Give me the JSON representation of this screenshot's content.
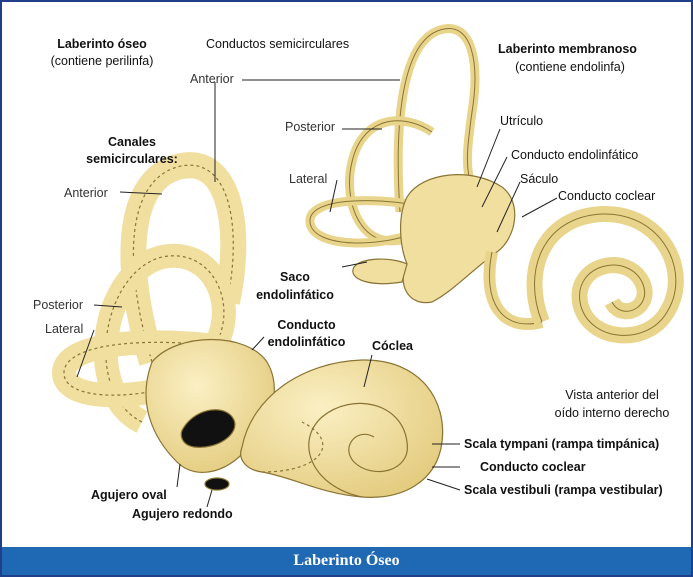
{
  "labels": {
    "bony_title": "Laberinto óseo",
    "bony_subtitle": "(contiene perilinfa)",
    "semicircular_ducts": "Conductos semicirculares",
    "membranous_title": "Laberinto membranoso",
    "membranous_subtitle": "(contiene endolinfa)",
    "anterior_top": "Anterior",
    "posterior_top": "Posterior",
    "lateral_top": "Lateral",
    "utricle": "Utrículo",
    "endolymph_duct_top": "Conducto endolinfático",
    "saccule": "Sáculo",
    "cochlear_duct_top": "Conducto coclear",
    "endolymph_sac_1": "Saco",
    "endolymph_sac_2": "endolinfático",
    "canals_1": "Canales",
    "canals_2": "semicirculares:",
    "anterior_left": "Anterior",
    "posterior_left": "Posterior",
    "lateral_left": "Lateral",
    "endolymph_duct_1": "Conducto",
    "endolymph_duct_2": "endolinfático",
    "cochlea": "Cóclea",
    "view_1": "Vista anterior del",
    "view_2": "oído interno derecho",
    "scala_tympani": "Scala tympani (rampa timpánica)",
    "cochlear_duct_bottom": "Conducto coclear",
    "scala_vestibuli": "Scala vestibuli (rampa vestibular)",
    "oval_window": "Agujero oval",
    "round_window": "Agujero redondo"
  },
  "caption": "Laberinto Óseo",
  "colors": {
    "frame_border": "#1f3f8a",
    "caption_bg": "#1f68b4",
    "bone_fill": "#f1dfa0",
    "bone_stroke": "#8a7434"
  }
}
